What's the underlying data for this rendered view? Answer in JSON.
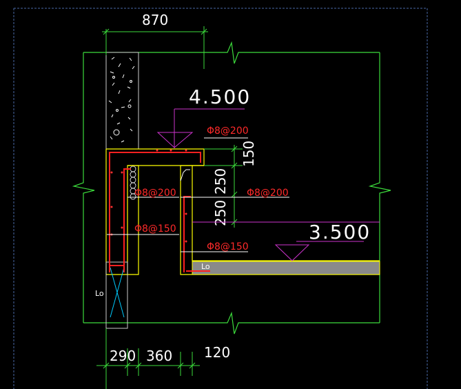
{
  "colors": {
    "background": "#000000",
    "frame": "#3cdc3c",
    "concrete_outline": "#ffff00",
    "rebar": "#ff2020",
    "elevation_line": "#cc33cc",
    "dimension": "#ffffff",
    "slab_fill": "#8a8a8a",
    "hatch": "#ffffff"
  },
  "dimensions": {
    "top_width": "870",
    "bottom_left": "290",
    "bottom_mid": "360",
    "bottom_right": "120",
    "vertical_150": "150",
    "vertical_250_upper": "250",
    "vertical_250_lower": "250"
  },
  "elevations": {
    "upper": "4.500",
    "lower": "3.500"
  },
  "rebar_labels": {
    "top": "Φ8@200",
    "left_mid": "Φ8@200",
    "right_mid": "Φ8@200",
    "left_low": "Φ8@150",
    "right_low": "Φ8@150"
  },
  "lap_labels": {
    "left": "Lo",
    "right": "Lo"
  }
}
